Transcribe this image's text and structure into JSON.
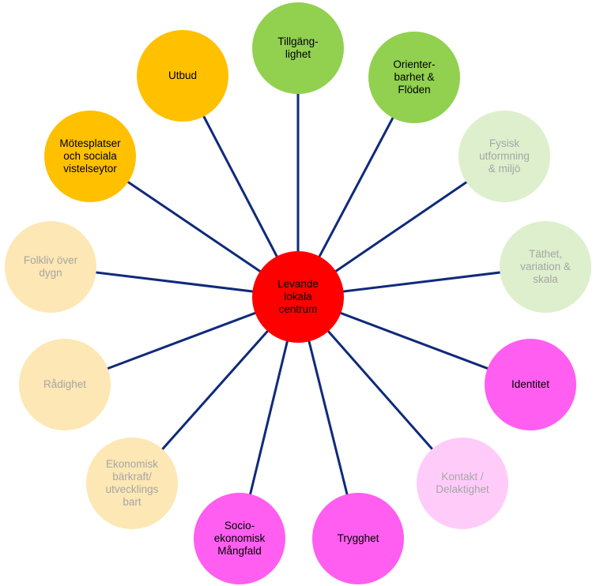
{
  "center": {
    "label": "Levande\nlokala\ncentrum",
    "color": "#FF0000",
    "text_color": "#000000"
  },
  "connector_color": "#0F2A7A",
  "nodes": [
    {
      "id": "tillganglighet",
      "label": "Tillgäng-\nlighet",
      "color": "#92D050",
      "text_color": "#000000"
    },
    {
      "id": "orienterbarhet",
      "label": "Orienter-\nbarhet &\nFlöden",
      "color": "#92D050",
      "text_color": "#000000"
    },
    {
      "id": "fysisk-utformning",
      "label": "Fysisk\nutformning\n& miljö",
      "color": "#DDEFCC",
      "text_color": "#A6A6A6"
    },
    {
      "id": "tathet",
      "label": "Täthet,\nvariation &\nskala",
      "color": "#DDEFCC",
      "text_color": "#A6A6A6"
    },
    {
      "id": "identitet",
      "label": "Identitet",
      "color": "#FF5EF0",
      "text_color": "#000000"
    },
    {
      "id": "kontakt",
      "label": "Kontakt /\nDelaktighet",
      "color": "#FFCCFA",
      "text_color": "#A6A6A6"
    },
    {
      "id": "trygghet",
      "label": "Trygghet",
      "color": "#FF5EF0",
      "text_color": "#000000"
    },
    {
      "id": "socioekonomisk",
      "label": "Socio-\nekonomisk\nMångfald",
      "color": "#FF5EF0",
      "text_color": "#000000"
    },
    {
      "id": "ekonomisk",
      "label": "Ekonomisk\nbärkraft/\nutvecklings\nbart",
      "color": "#FDE7B4",
      "text_color": "#A6A6A6"
    },
    {
      "id": "radighet",
      "label": "Rådighet",
      "color": "#FDE7B4",
      "text_color": "#A6A6A6"
    },
    {
      "id": "folkliv",
      "label": "Folkliv över\ndygn",
      "color": "#FDE7B4",
      "text_color": "#A6A6A6"
    },
    {
      "id": "motesplatser",
      "label": "Mötesplatser\noch sociala\nvistelseytor",
      "color": "#FFC000",
      "text_color": "#000000"
    },
    {
      "id": "utbud",
      "label": "Utbud",
      "color": "#FFC000",
      "text_color": "#000000"
    }
  ]
}
